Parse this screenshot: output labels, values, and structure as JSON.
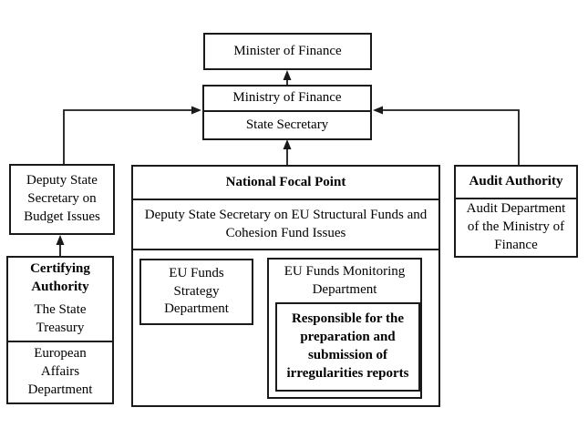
{
  "diagram_title": "Ministry of Finance EU funds management organisational chart",
  "colors": {
    "line": "#1a1a1a",
    "background": "#ffffff",
    "text": "#000000"
  },
  "nodes": {
    "minister": {
      "label": "Minister of Finance"
    },
    "ministry": {
      "top": "Ministry of Finance",
      "bottom": "State Secretary"
    },
    "deputy_budget": {
      "label": "Deputy State Secretary on Budget Issues"
    },
    "certifying": {
      "title": "Certifying Authority",
      "subtitle": "The State Treasury",
      "lower": "European Affairs Department"
    },
    "nfp": {
      "title": "National Focal Point",
      "subtitle": "Deputy State Secretary on EU Structural Funds and Cohesion Fund Issues"
    },
    "strategy": {
      "label": "EU Funds Strategy Department"
    },
    "monitoring": {
      "label": "EU Funds Monitoring Department",
      "note": "Responsible for the preparation and submission of irregularities reports"
    },
    "audit": {
      "title": "Audit Authority",
      "body": "Audit Department of the Ministry of Finance"
    }
  },
  "connectors": [
    {
      "from": "ministry",
      "to": "minister",
      "type": "arrow-up"
    },
    {
      "from": "nfp",
      "to": "ministry",
      "type": "arrow-up"
    },
    {
      "from": "deputy_budget",
      "to": "ministry",
      "type": "elbow-arrow-right"
    },
    {
      "from": "audit",
      "to": "ministry",
      "type": "elbow-arrow-left"
    },
    {
      "from": "certifying",
      "to": "deputy_budget",
      "type": "arrow-up"
    }
  ]
}
